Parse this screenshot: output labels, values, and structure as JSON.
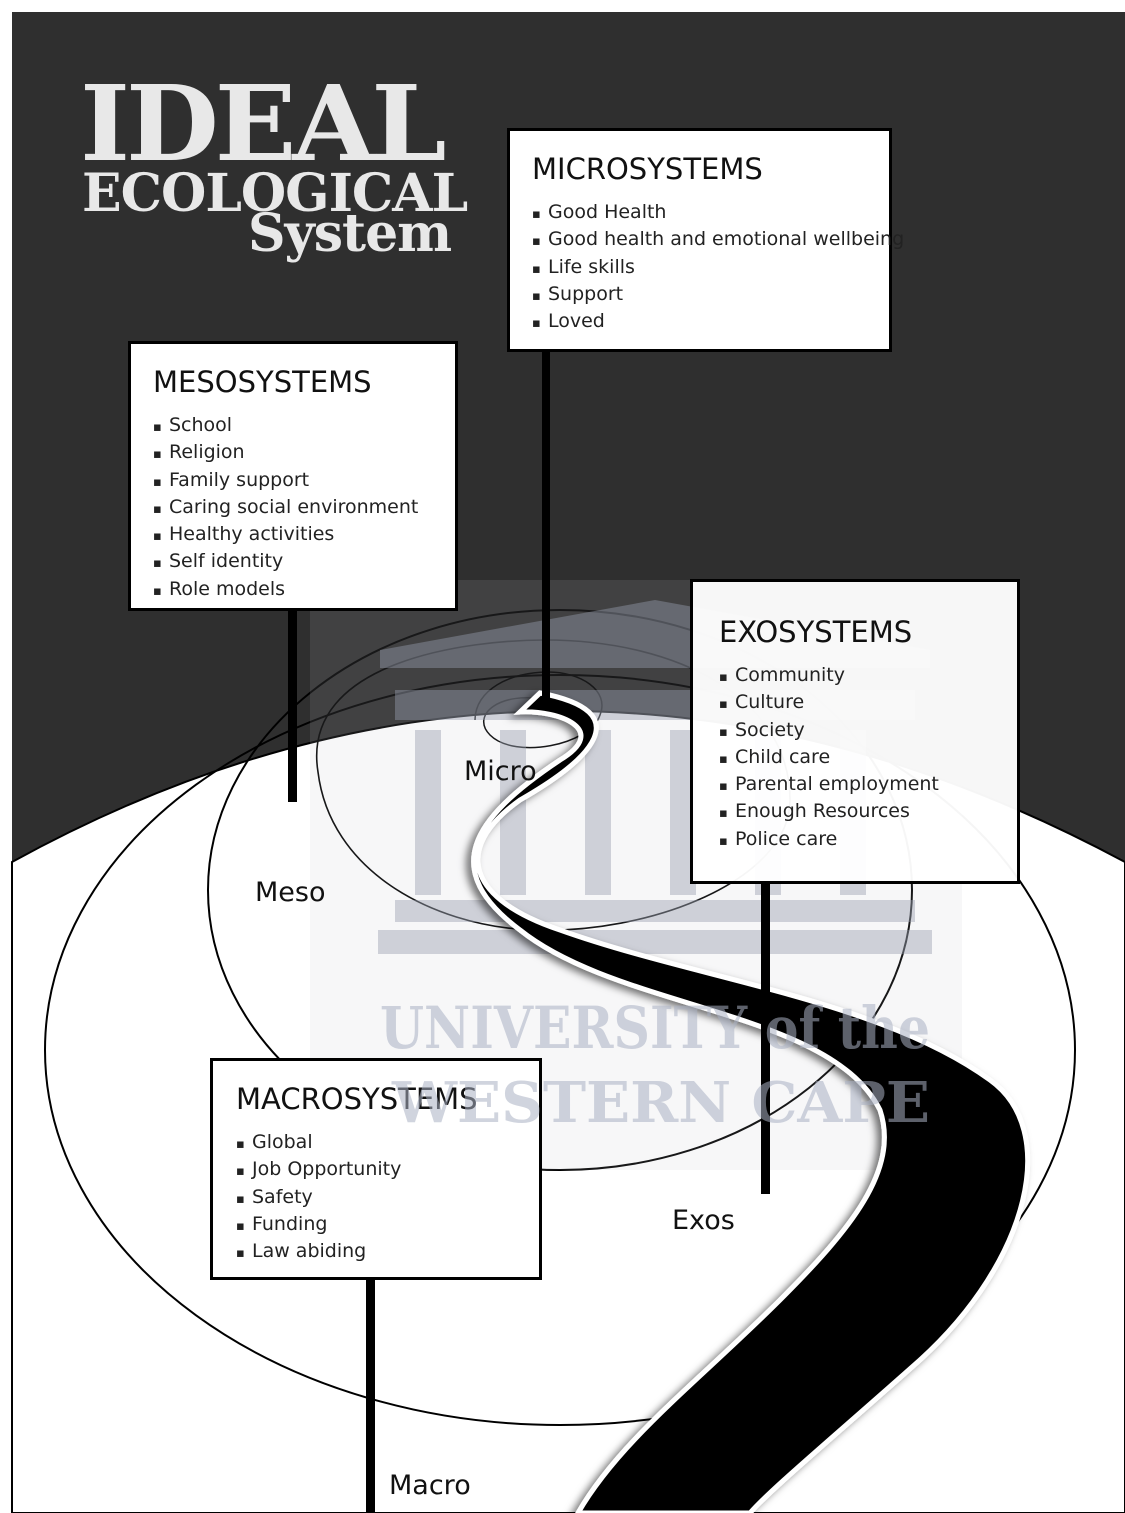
{
  "title": {
    "line1": "IDEAL",
    "line2": "ECOLOGICAL",
    "line3": "System"
  },
  "boxes": {
    "micro": {
      "heading": "MICROSYSTEMS",
      "items": [
        "Good Health",
        "Good health and emotional wellbeing",
        "Life skills",
        "Support",
        "Loved"
      ]
    },
    "meso": {
      "heading": "MESOSYSTEMS",
      "items": [
        "School",
        "Religion",
        "Family support",
        "Caring social environment",
        "Healthy activities",
        "Self identity",
        "Role models"
      ]
    },
    "exo": {
      "heading": "EXOSYSTEMS",
      "items": [
        "Community",
        "Culture",
        "Society",
        "Child care",
        "Parental employment",
        "Enough Resources",
        "Police care"
      ]
    },
    "macro": {
      "heading": "MACROSYSTEMS",
      "items": [
        "Global",
        "Job Opportunity",
        "Safety",
        "Funding",
        "Law abiding"
      ]
    }
  },
  "labels": {
    "micro": "Micro",
    "meso": "Meso",
    "exos": "Exos",
    "macro": "Macro"
  },
  "watermark": {
    "line1": "UNIVERSITY of the",
    "line2": "WESTERN CAPE"
  },
  "colors": {
    "background": "#2f2f2f",
    "road": "#000000",
    "title": "#e8e8e8",
    "watermark": "#c7cad4"
  }
}
